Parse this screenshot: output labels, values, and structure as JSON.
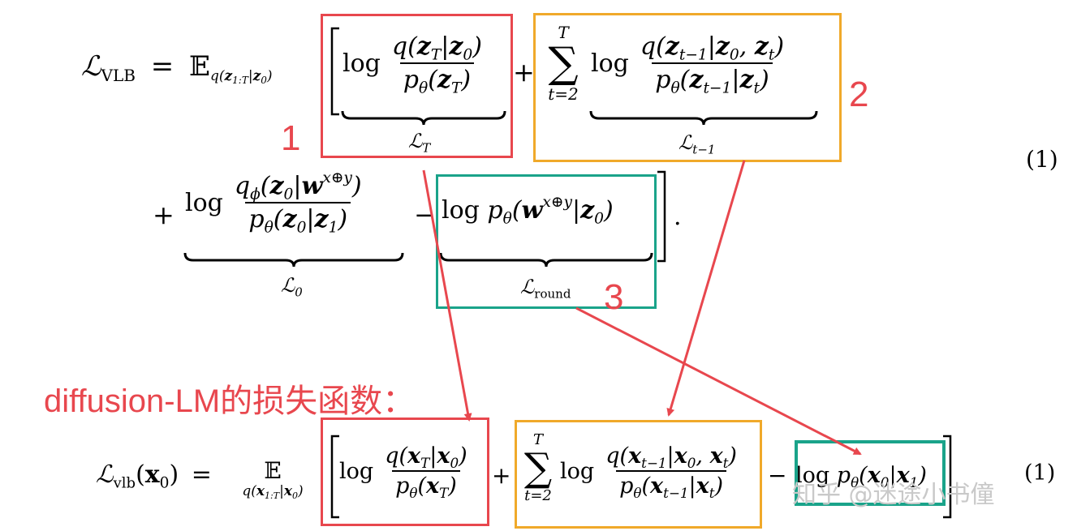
{
  "top_equation": {
    "lhs": "ℒ",
    "lhs_sub": "VLB",
    "equals": "=",
    "expect": "𝔼",
    "expect_sub": "q(z1:T|z0)",
    "log": "log",
    "plus": "+",
    "minus": "−",
    "sum_upper": "T",
    "sum_lower": "t=2",
    "term1_num": "q(zT|z0)",
    "term1_den": "pθ(zT)",
    "term2_num": "q(zt−1|z0, zt)",
    "term2_den": "pθ(zt−1|zt)",
    "term3_num": "qϕ(z0|wx⊕y)",
    "term3_den": "pθ(z0|z1)",
    "term4": "log pθ(wx⊕y|z0)",
    "label_LT": "ℒT",
    "label_Lt1": "ℒt−1",
    "label_L0": "ℒ0",
    "label_Lround": "ℒround",
    "eq_number": "(1)",
    "end_period": "."
  },
  "markers": {
    "one": "1",
    "two": "2",
    "three": "3"
  },
  "caption": "diffusion-LM的损失函数：",
  "bottom_equation": {
    "lhs": "ℒvlb(x0)",
    "equals": "=",
    "expect": "𝔼",
    "expect_sub": "q(x1:T|x0)",
    "log": "log",
    "plus": "+",
    "minus": "−",
    "sum_upper": "T",
    "sum_lower": "t=2",
    "term1_num": "q(xT|x0)",
    "term1_den": "pθ(xT)",
    "term2_num": "q(xt−1|x0, xt)",
    "term2_den": "pθ(xt−1|xt)",
    "term3": "log pθ(x0|x1)",
    "eq_number": "(1)"
  },
  "watermark": "知乎 @迷途小书僮",
  "colors": {
    "red": "#e8474e",
    "orange": "#f0a92a",
    "teal": "#1aa38a"
  }
}
